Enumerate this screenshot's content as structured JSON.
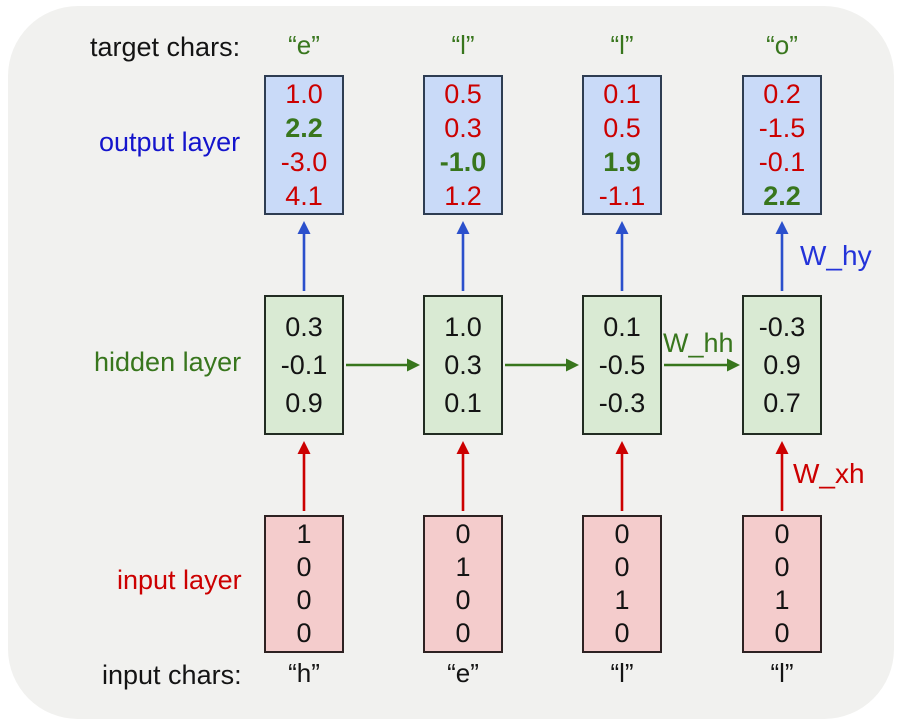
{
  "title": "RNN character-level language model diagram",
  "labels": {
    "target_chars": "target chars:",
    "output_layer": "output layer",
    "hidden_layer": "hidden layer",
    "input_layer": "input layer",
    "input_chars": "input chars:"
  },
  "weights": {
    "w_hy": "W_hy",
    "w_hh": "W_hh",
    "w_xh": "W_xh"
  },
  "colors": {
    "panel_bg": "#f1f1ef",
    "output_box_fill": "#c9daf8",
    "hidden_box_fill": "#d9ead3",
    "input_box_fill": "#f4cccc",
    "red": "#cc0000",
    "green": "#38761d",
    "blue_label": "#1414cc",
    "blue_arrow": "#2b50cc"
  },
  "columns": [
    {
      "target_char": "“e”",
      "input_char": "“h”",
      "output": [
        {
          "v": "1.0",
          "kind": "pred"
        },
        {
          "v": "2.2",
          "kind": "target"
        },
        {
          "v": "-3.0",
          "kind": "pred"
        },
        {
          "v": "4.1",
          "kind": "pred"
        }
      ],
      "hidden": [
        "0.3",
        "-0.1",
        "0.9"
      ],
      "input": [
        "1",
        "0",
        "0",
        "0"
      ]
    },
    {
      "target_char": "“l”",
      "input_char": "“e”",
      "output": [
        {
          "v": "0.5",
          "kind": "pred"
        },
        {
          "v": "0.3",
          "kind": "pred"
        },
        {
          "v": "-1.0",
          "kind": "target"
        },
        {
          "v": "1.2",
          "kind": "pred"
        }
      ],
      "hidden": [
        "1.0",
        "0.3",
        "0.1"
      ],
      "input": [
        "0",
        "1",
        "0",
        "0"
      ]
    },
    {
      "target_char": "“l”",
      "input_char": "“l”",
      "output": [
        {
          "v": "0.1",
          "kind": "pred"
        },
        {
          "v": "0.5",
          "kind": "pred"
        },
        {
          "v": "1.9",
          "kind": "target"
        },
        {
          "v": "-1.1",
          "kind": "pred"
        }
      ],
      "hidden": [
        "0.1",
        "-0.5",
        "-0.3"
      ],
      "input": [
        "0",
        "0",
        "1",
        "0"
      ]
    },
    {
      "target_char": "“o”",
      "input_char": "“l”",
      "output": [
        {
          "v": "0.2",
          "kind": "pred"
        },
        {
          "v": "-1.5",
          "kind": "pred"
        },
        {
          "v": "-0.1",
          "kind": "pred"
        },
        {
          "v": "2.2",
          "kind": "target"
        }
      ],
      "hidden": [
        "-0.3",
        "0.9",
        "0.7"
      ],
      "input": [
        "0",
        "0",
        "1",
        "0"
      ]
    }
  ]
}
